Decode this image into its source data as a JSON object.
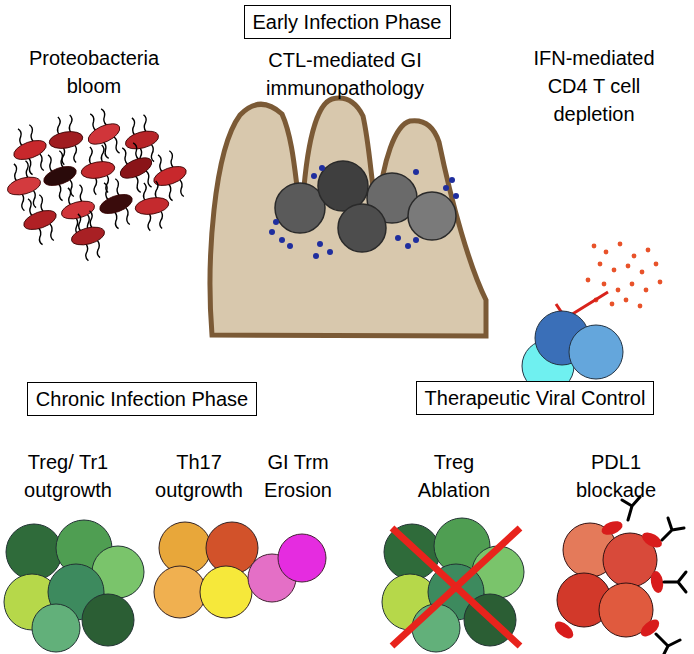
{
  "diagram": {
    "nodes": [
      {
        "text": [
          "Early Infection Phase"
        ]
      },
      {
        "text": [
          "Chronic Infection Phase"
        ]
      },
      {
        "text": [
          "Therapeutic Viral Control"
        ]
      }
    ],
    "labels": [
      "Proteobacteria bloom",
      "CTL-mediated GI immunopathology",
      "IFN-mediated CD4 T cell depletion",
      "Treg/ Tr1 outgrowth",
      "Th17 outgrowth",
      "GI Trm Erosion",
      "Treg Ablation",
      "PDL1 blockade"
    ]
  }
}
